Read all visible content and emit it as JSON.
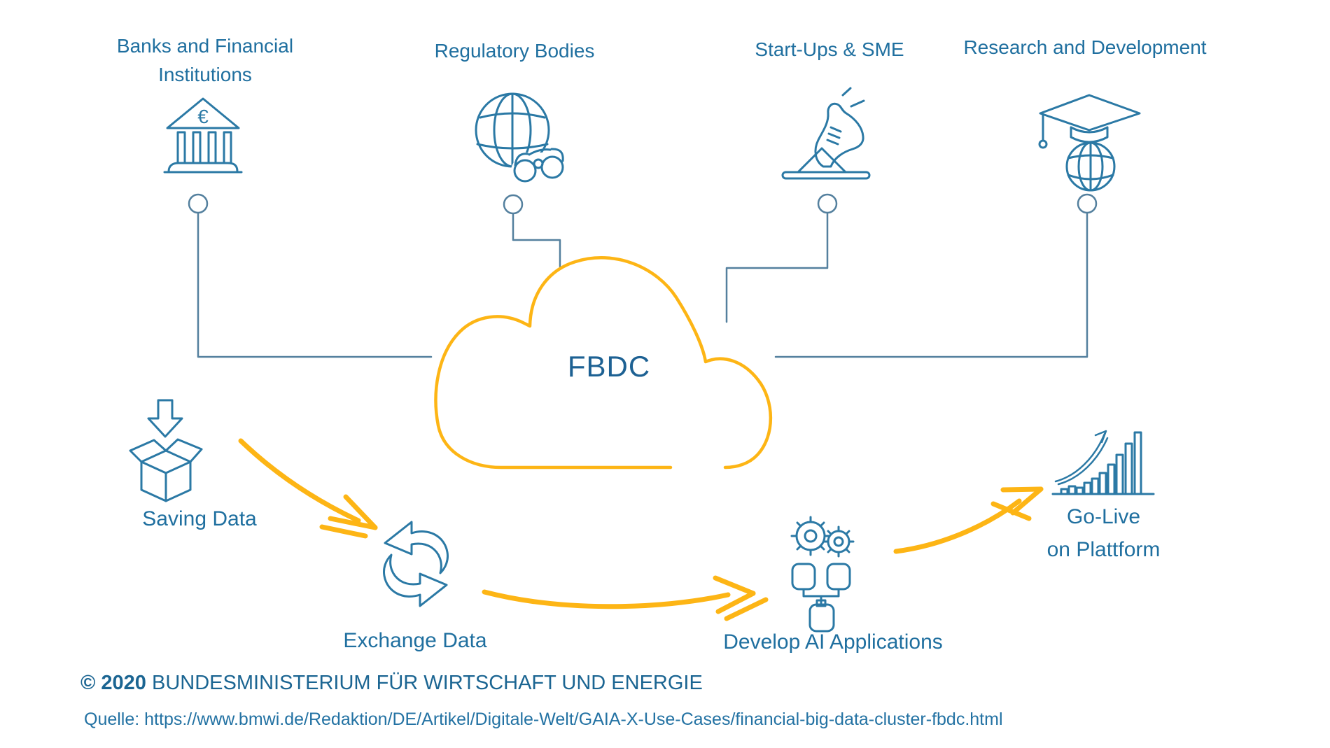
{
  "cloud": {
    "label": "FBDC"
  },
  "colors": {
    "label_blue": "#1f6f9f",
    "icon_blue": "#2b79a5",
    "connector_blue": "#54809e",
    "accent_yellow": "#fdb515"
  },
  "stakeholders": [
    {
      "label": "Banks and Financial Institutions",
      "icon": "bank-euro-icon",
      "icon_text": "€"
    },
    {
      "label": "Regulatory Bodies",
      "icon": "globe-binoculars-icon"
    },
    {
      "label": "Start-Ups & SME",
      "icon": "startup-sneaker-icon"
    },
    {
      "label": "Research and Development",
      "icon": "graduation-cap-globe-icon"
    }
  ],
  "workflow": [
    {
      "label": "Saving Data",
      "icon": "box-download-icon"
    },
    {
      "label": "Exchange Data",
      "icon": "swap-arrows-icon"
    },
    {
      "label": "Develop AI Applications",
      "icon": "gears-flowchart-icon"
    },
    {
      "label": "Go-Live\non Plattform",
      "icon": "growth-chart-icon"
    }
  ],
  "footer": {
    "copyright": "© 2020",
    "ministry": "BUNDESMINISTERIUM FÜR WIRTSCHAFT UND ENERGIE",
    "source": "Quelle: https://www.bmwi.de/Redaktion/DE/Artikel/Digitale-Welt/GAIA-X-Use-Cases/financial-big-data-cluster-fbdc.html"
  }
}
